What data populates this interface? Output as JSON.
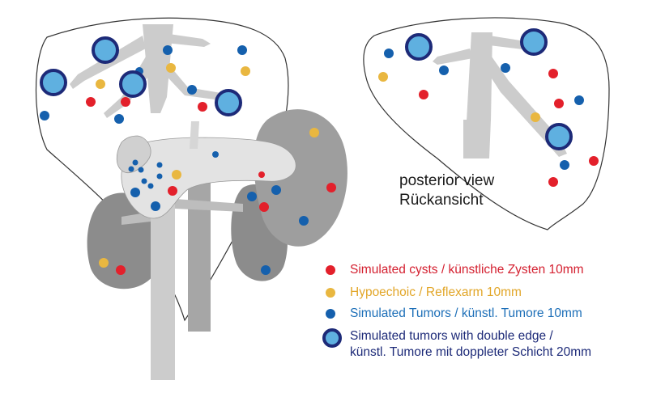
{
  "labels": {
    "view_en": "posterior view",
    "view_de": "Rückansicht"
  },
  "legend": [
    {
      "key": "cyst",
      "text": "Simulated cysts / künstliche Zysten 10mm"
    },
    {
      "key": "hypo",
      "text": "Hypoechoic / Reflexarm 10mm"
    },
    {
      "key": "tumor",
      "text": "Simulated Tumors / künstl. Tumore 10mm"
    },
    {
      "key": "double",
      "text_line1": "Simulated tumors with double edge /",
      "text_line2": "künstl. Tumore mit doppleter Schicht 20mm"
    }
  ],
  "colors": {
    "cyst": "#e3202b",
    "hypo": "#e9b740",
    "tumor": "#1560ad",
    "double_edge": "#1d2a78",
    "double_fill": "#5fb0e0",
    "liver_outline": "#333333",
    "vessel": "#cccccc",
    "organ_light": "#e6e6e6",
    "organ_mid": "#b3b3b3",
    "organ_dark": "#8c8c8c",
    "legend_cyst_text": "#d42030",
    "legend_hypo_text": "#e2a628",
    "legend_tumor_text": "#1d6fb8",
    "legend_double_text": "#1d2a78"
  }
}
